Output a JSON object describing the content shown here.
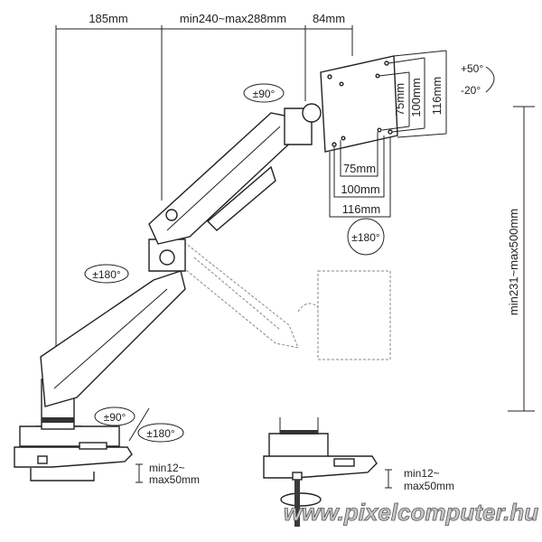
{
  "dimensions": {
    "top": [
      "185mm",
      "min240~max288mm",
      "84mm"
    ],
    "height_range": "min231~max500mm",
    "vesa_vertical": [
      "75mm",
      "100mm",
      "116mm"
    ],
    "vesa_horizontal": [
      "75mm",
      "100mm",
      "116mm"
    ],
    "clamp_left": [
      "min12~",
      "max50mm"
    ],
    "clamp_right": [
      "min12~",
      "max50mm"
    ]
  },
  "rotations": {
    "arm_joint": "±90°",
    "tilt_up": "+50°",
    "tilt_down": "-20°",
    "plate_rotate": "±180°",
    "lower_arm": "±180°",
    "base_a": "±90°",
    "base_b": "±180°"
  },
  "watermark": "www.pixelcomputer.hu"
}
